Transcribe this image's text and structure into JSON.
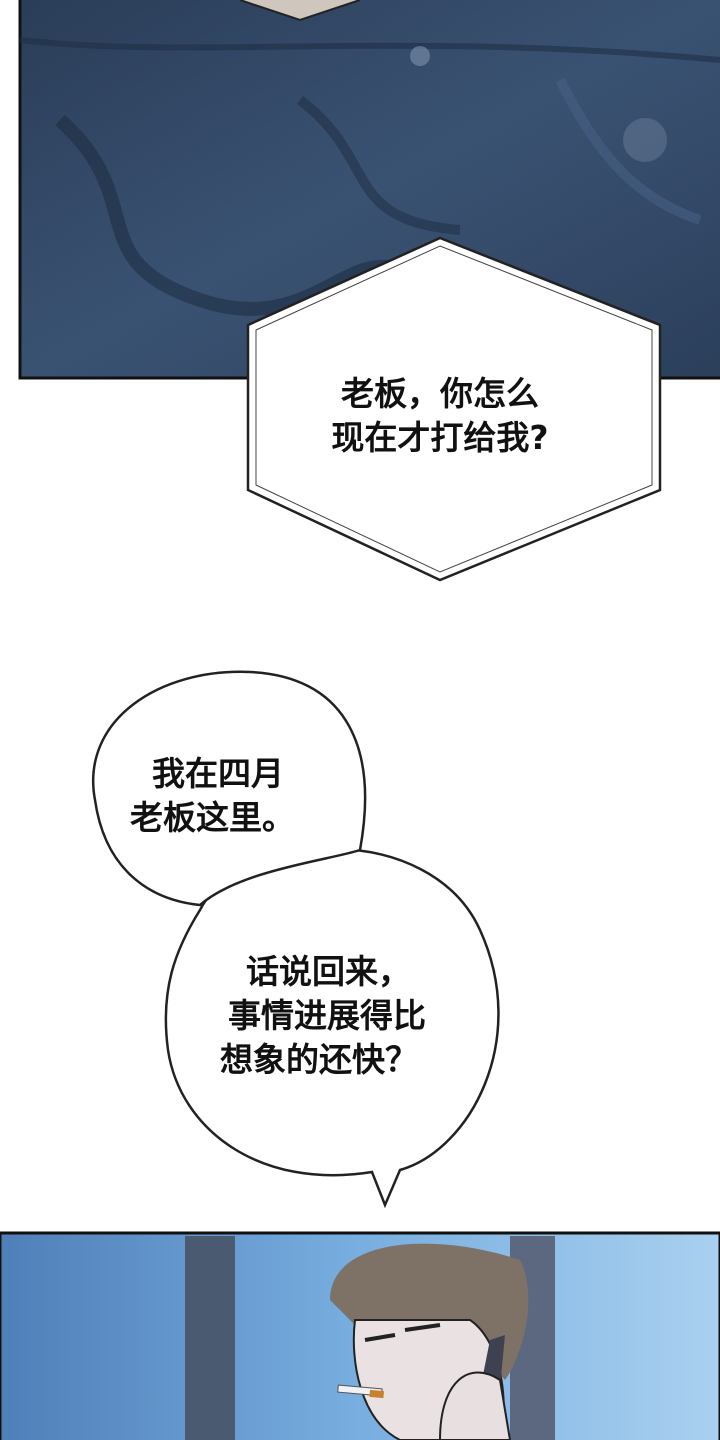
{
  "panels": [
    {
      "description_icon": "fabric-panel"
    },
    {
      "description_icon": "man-on-phone-smoking-panel"
    }
  ],
  "bubbles": {
    "hexagon": {
      "lines": [
        "老板，你怎么",
        "现在才打给我?"
      ]
    },
    "round_top": {
      "lines": [
        "我在四月",
        "老板这里。"
      ]
    },
    "round_bottom": {
      "lines": [
        "话说回来，",
        "事情进展得比",
        "想象的还快？"
      ]
    }
  },
  "colors": {
    "fabric": "#2f4563",
    "sky": "#7fb2e0",
    "border": "#1a1a1a"
  }
}
